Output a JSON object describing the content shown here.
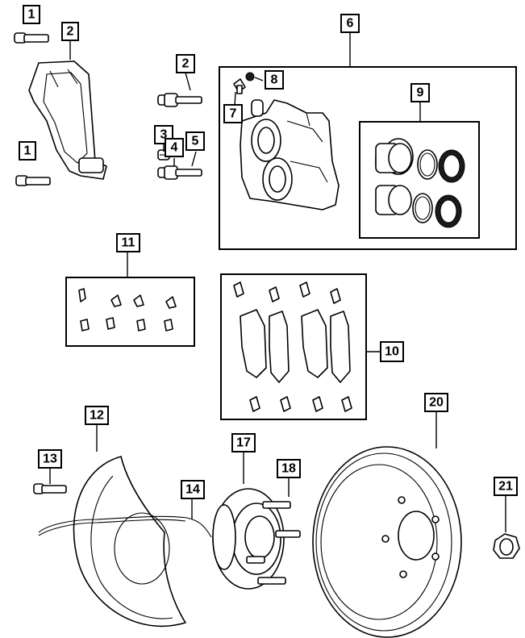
{
  "diagram": {
    "callouts": {
      "c1a": "1",
      "c1b": "1",
      "c2a": "2",
      "c2b": "2",
      "c3": "3",
      "c4": "4",
      "c5": "5",
      "c6": "6",
      "c7": "7",
      "c8": "8",
      "c9": "9",
      "c10": "10",
      "c11": "11",
      "c12": "12",
      "c13": "13",
      "c14": "14",
      "c17": "17",
      "c18": "18",
      "c20": "20",
      "c21": "21"
    }
  }
}
